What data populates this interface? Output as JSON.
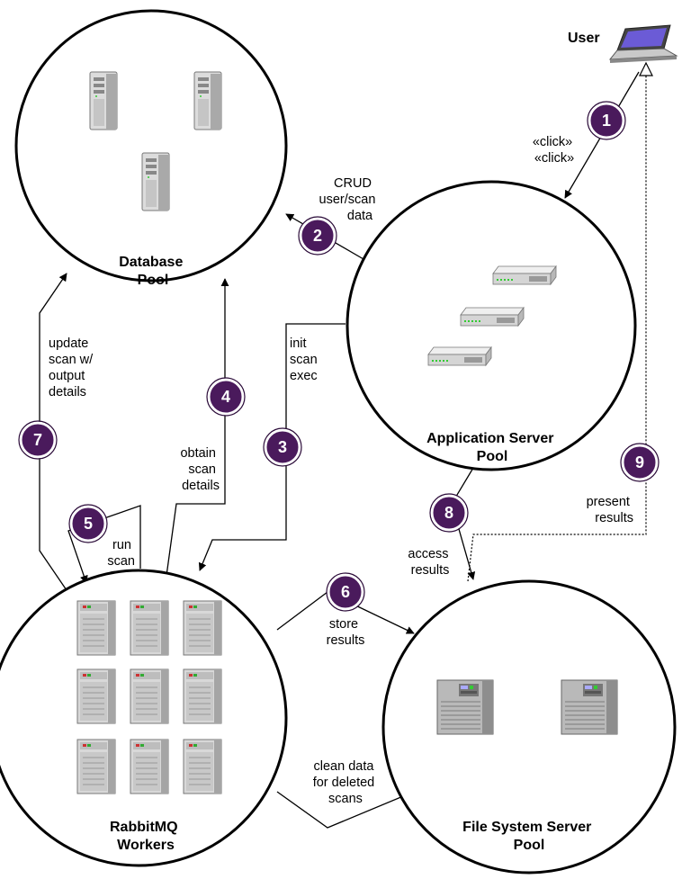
{
  "actors": {
    "user": "User"
  },
  "pools": {
    "database": [
      "Database",
      "Pool"
    ],
    "app_server": [
      "Application Server",
      "Pool"
    ],
    "rabbitmq": [
      "RabbitMQ",
      "Workers"
    ],
    "file_system": [
      "File System Server",
      "Pool"
    ]
  },
  "steps": [
    {
      "number": "1",
      "label": [
        "«click»",
        "«click»"
      ]
    },
    {
      "number": "2",
      "label": [
        "CRUD",
        "user/scan",
        "data"
      ]
    },
    {
      "number": "3",
      "label": [
        "init",
        "scan",
        "exec"
      ]
    },
    {
      "number": "4",
      "label": [
        "obtain",
        "scan",
        "details"
      ]
    },
    {
      "number": "5",
      "label": [
        "run",
        "scan"
      ]
    },
    {
      "number": "6",
      "label": [
        "store",
        "results"
      ]
    },
    {
      "number": "7",
      "label": [
        "update",
        "scan w/",
        "output",
        "details"
      ]
    },
    {
      "number": "8",
      "label": [
        "access",
        "results"
      ]
    },
    {
      "number": "9",
      "label": [
        "present",
        "results"
      ]
    }
  ],
  "extra_labels": {
    "clean": [
      "clean data",
      "for deleted",
      "scans"
    ]
  },
  "icons": {
    "database_servers": "tower-server-icon",
    "app_servers": "rack-server-icon",
    "workers": "tall-server-icon",
    "file_servers": "file-server-icon",
    "user": "laptop-icon"
  },
  "colors": {
    "badge_fill": "#4a1a5c",
    "screen": "#6b5bd6"
  }
}
